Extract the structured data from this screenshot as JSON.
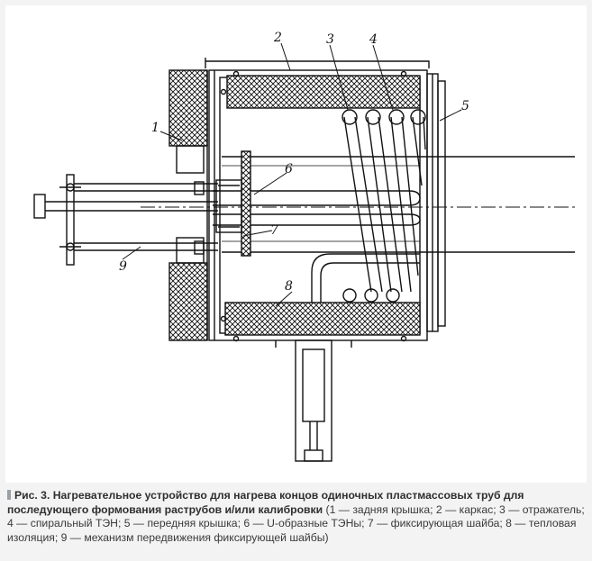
{
  "figure": {
    "callouts": [
      "1",
      "2",
      "3",
      "4",
      "5",
      "6",
      "7",
      "8",
      "9"
    ]
  },
  "caption": {
    "bold_text": "Рис. 3. Нагревательное устройство для нагрева концов одиночных пластмассовых труб для последующего формования раструбов и/или калибровки",
    "legend_text": " (1 — задняя крышка; 2 — каркас; 3 — отражатель; 4 — спиральный ТЭН; 5 — передняя крышка; 6 — U-образные ТЭНы; 7 — фиксирующая шайба; 8 — тепловая изоляция; 9 — механизм передвижения фиксирующей шайбы)"
  },
  "colors": {
    "line": "#111111",
    "background": "#ffffff",
    "page": "#f3f3f3",
    "caption_marker": "#9aa0a6"
  }
}
